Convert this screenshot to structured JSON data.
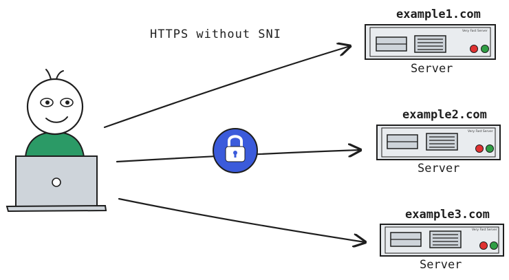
{
  "diagram": {
    "caption": "HTTPS without SNI",
    "servers": [
      {
        "domain": "example1.com",
        "label": "Server",
        "brand": "Very Fast Server"
      },
      {
        "domain": "example2.com",
        "label": "Server",
        "brand": "Very Fast Server"
      },
      {
        "domain": "example3.com",
        "label": "Server",
        "brand": "Very Fast Server"
      }
    ]
  },
  "colors": {
    "stroke": "#1e1e1e",
    "shirt": "#2b9a66",
    "laptop": "#ced4da",
    "server_body": "#e9ecef",
    "lock_bg": "#3b5bdb",
    "led_red": "#e03131",
    "led_green": "#2f9e44"
  }
}
